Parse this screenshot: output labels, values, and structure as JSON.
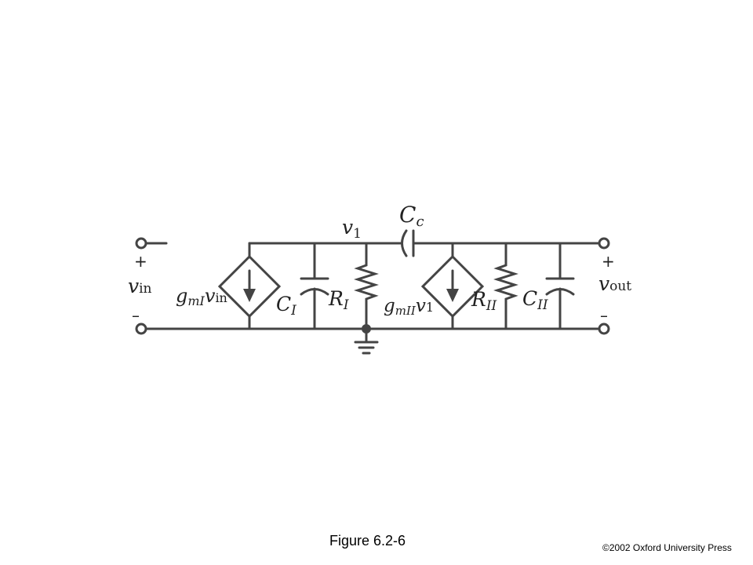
{
  "labels": {
    "v_in_main": "v",
    "v_in_sub": "in",
    "plus": "+",
    "minus": "–",
    "gm1_main": "g",
    "gm1_sub": "mI",
    "gm1_v": "v",
    "gm1_vsub": "in",
    "c1_main": "C",
    "c1_sub": "I",
    "r1_main": "R",
    "r1_sub": "I",
    "node_main": "v",
    "node_sub": "1",
    "cc_main": "C",
    "cc_sub": "c",
    "gm2_main": "g",
    "gm2_sub": "mII",
    "gm2_v": "v",
    "gm2_vsub": "1",
    "r2_main": "R",
    "r2_sub": "II",
    "c2_main": "C",
    "c2_sub": "II",
    "v_out_main": "v",
    "v_out_sub": "out"
  },
  "caption": "Figure 6.2-6",
  "copyright": "©2002 Oxford University Press",
  "colors": {
    "wire": "#444444",
    "text": "#222222"
  }
}
